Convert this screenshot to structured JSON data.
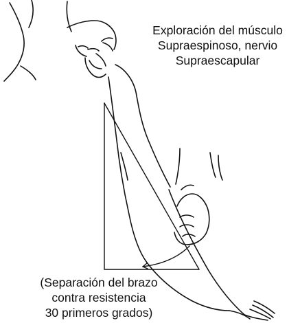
{
  "title_lines": [
    "Exploración del músculo",
    "Supraespinoso, nervio",
    "Supraescapular"
  ],
  "note_lines": [
    "(Separación del brazo",
    "contra resistencia",
    "30 primeros grados)"
  ],
  "icons": {
    "figure": "arm-abduction-exam-illustration",
    "angle": "abduction-angle-marker"
  },
  "colors": {
    "ink": "#111111",
    "background": "#ffffff"
  }
}
